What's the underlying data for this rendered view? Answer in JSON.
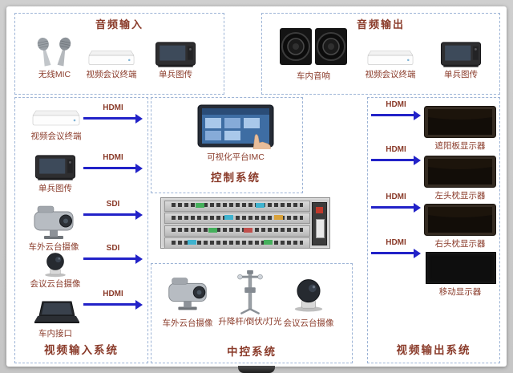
{
  "colors": {
    "arrow_blue": "#2222c8",
    "label_red": "#8a3b2a",
    "dashed_border_blue": "#9db4d6"
  },
  "audio_input": {
    "title": "音频输入",
    "items": [
      {
        "label": "无线MIC",
        "icon": "wireless-mic-icon"
      },
      {
        "label": "视频会议终端",
        "icon": "conference-terminal-icon"
      },
      {
        "label": "单兵图传",
        "icon": "portable-transmitter-icon"
      }
    ]
  },
  "audio_output": {
    "title": "音频输出",
    "items": [
      {
        "label": "车内音响",
        "icon": "car-speakers-icon"
      },
      {
        "label": "视频会议终端",
        "icon": "conference-terminal-icon"
      },
      {
        "label": "单兵图传",
        "icon": "portable-transmitter-icon"
      }
    ]
  },
  "video_input": {
    "title": "视频输入系统",
    "items": [
      {
        "label": "视频会议终端",
        "cable": "HDMI",
        "icon": "conference-terminal-icon"
      },
      {
        "label": "单兵图传",
        "cable": "HDMI",
        "icon": "portable-transmitter-icon"
      },
      {
        "label": "车外云台摄像",
        "cable": "SDI",
        "icon": "ptz-camera-icon"
      },
      {
        "label": "会议云台摄像",
        "cable": "SDI",
        "icon": "dome-camera-icon"
      },
      {
        "label": "车内接口",
        "cable": "HDMI",
        "icon": "laptop-icon"
      }
    ]
  },
  "control": {
    "title": "控制系统",
    "platform_label": "可视化平台IMC",
    "icon": "touch-tablet-icon"
  },
  "matrix_rack": {
    "icon": "av-matrix-rack"
  },
  "central_control": {
    "title": "中控系统",
    "items": [
      {
        "label": "车外云台摄像",
        "icon": "ptz-camera-icon"
      },
      {
        "label": "升降杆/倒伏/灯光",
        "icon": "lifting-pole-icon"
      },
      {
        "label": "会议云台摄像",
        "icon": "dome-camera-icon"
      }
    ]
  },
  "video_output": {
    "title": "视频输出系统",
    "items": [
      {
        "label": "遮阳板显示器",
        "cable": "HDMI",
        "icon": "display-icon"
      },
      {
        "label": "左头枕显示器",
        "cable": "HDMI",
        "icon": "display-icon"
      },
      {
        "label": "右头枕显示器",
        "cable": "HDMI",
        "icon": "display-icon"
      },
      {
        "label": "移动显示器",
        "cable": "HDMI",
        "icon": "mobile-display-icon"
      }
    ]
  }
}
